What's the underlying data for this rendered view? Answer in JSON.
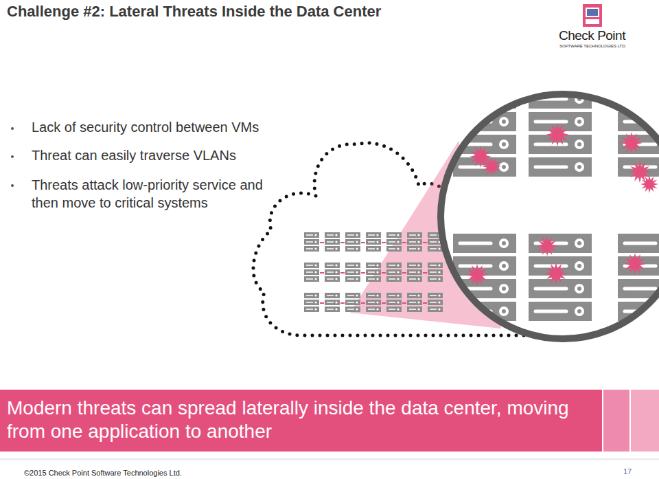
{
  "diagram": {
    "title": "Challenge #2: Lateral Threats Inside the Data Center",
    "caption": "Modern threats can spread laterally inside the data center, moving from one application to another",
    "labels": [
      "Lack of security control between VMs",
      "Threat can easily traverse VLANs",
      "Threats attack low-priority service and then move to critical systems",
      "Check Point",
      "SOFTWARE TECHNOLOGIES LTD.",
      "©2015 Check Point Software Technologies Ltd.",
      "17"
    ]
  }
}
